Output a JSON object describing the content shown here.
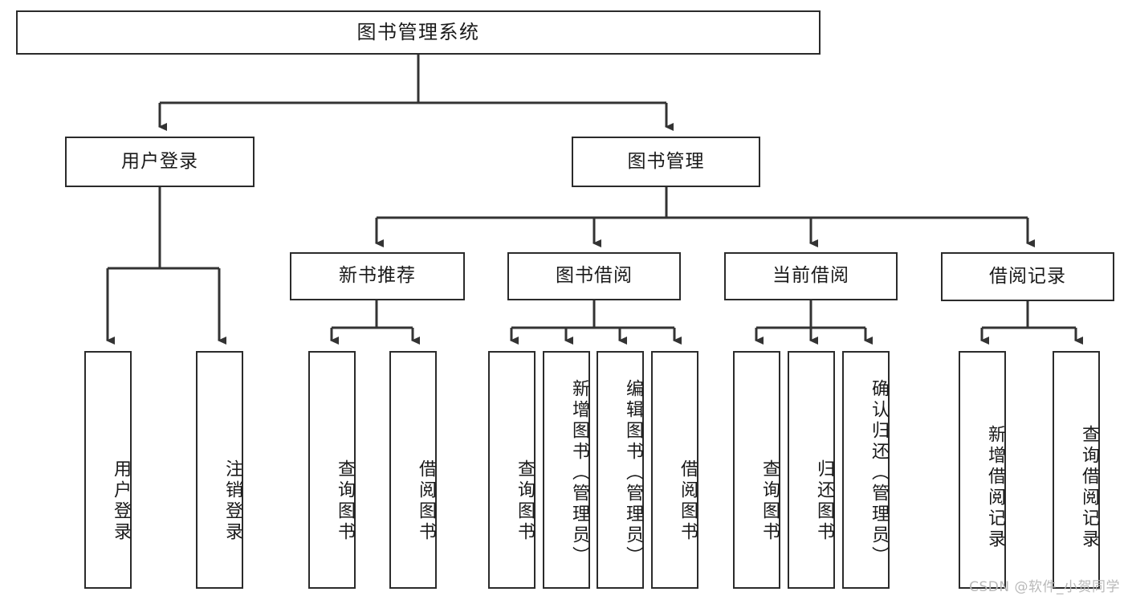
{
  "diagram": {
    "type": "hierarchy-tree",
    "title": "图书管理系统",
    "watermark": "CSDN @软件_小贺同学",
    "levels": 4,
    "root": {
      "id": "root",
      "label": "图书管理系统"
    },
    "level2": [
      {
        "id": "user-login",
        "label": "用户登录"
      },
      {
        "id": "book-management",
        "label": "图书管理"
      }
    ],
    "level3": [
      {
        "id": "new-book-recommend",
        "label": "新书推荐",
        "parent": "book-management"
      },
      {
        "id": "book-borrow",
        "label": "图书借阅",
        "parent": "book-management"
      },
      {
        "id": "current-borrow",
        "label": "当前借阅",
        "parent": "book-management"
      },
      {
        "id": "borrow-record",
        "label": "借阅记录",
        "parent": "book-management"
      }
    ],
    "leaves": {
      "user-login": [
        {
          "id": "leaf-user-login",
          "label": "用户登录"
        },
        {
          "id": "leaf-user-logout",
          "label": "注销登录"
        }
      ],
      "new-book-recommend": [
        {
          "id": "leaf-query-book-1",
          "label": "查询图书"
        },
        {
          "id": "leaf-borrow-book-1",
          "label": "借阅图书"
        }
      ],
      "book-borrow": [
        {
          "id": "leaf-query-book-2",
          "label": "查询图书"
        },
        {
          "id": "leaf-add-book",
          "label": "新增图书（管理员）"
        },
        {
          "id": "leaf-edit-book",
          "label": "编辑图书（管理员）"
        },
        {
          "id": "leaf-borrow-book-2",
          "label": "借阅图书"
        }
      ],
      "current-borrow": [
        {
          "id": "leaf-query-book-3",
          "label": "查询图书"
        },
        {
          "id": "leaf-return-book",
          "label": "归还图书"
        },
        {
          "id": "leaf-confirm-return",
          "label": "确认归还（管理员）"
        }
      ],
      "borrow-record": [
        {
          "id": "leaf-add-record",
          "label": "新增借阅记录"
        },
        {
          "id": "leaf-query-record",
          "label": "查询借阅记录"
        }
      ]
    },
    "colors": {
      "box_border": "#2b2b2b",
      "box_fill": "#ffffff",
      "connector": "#333333",
      "text": "#1a1a1a",
      "watermark": "#b9b9b9",
      "background": "#ffffff"
    }
  }
}
